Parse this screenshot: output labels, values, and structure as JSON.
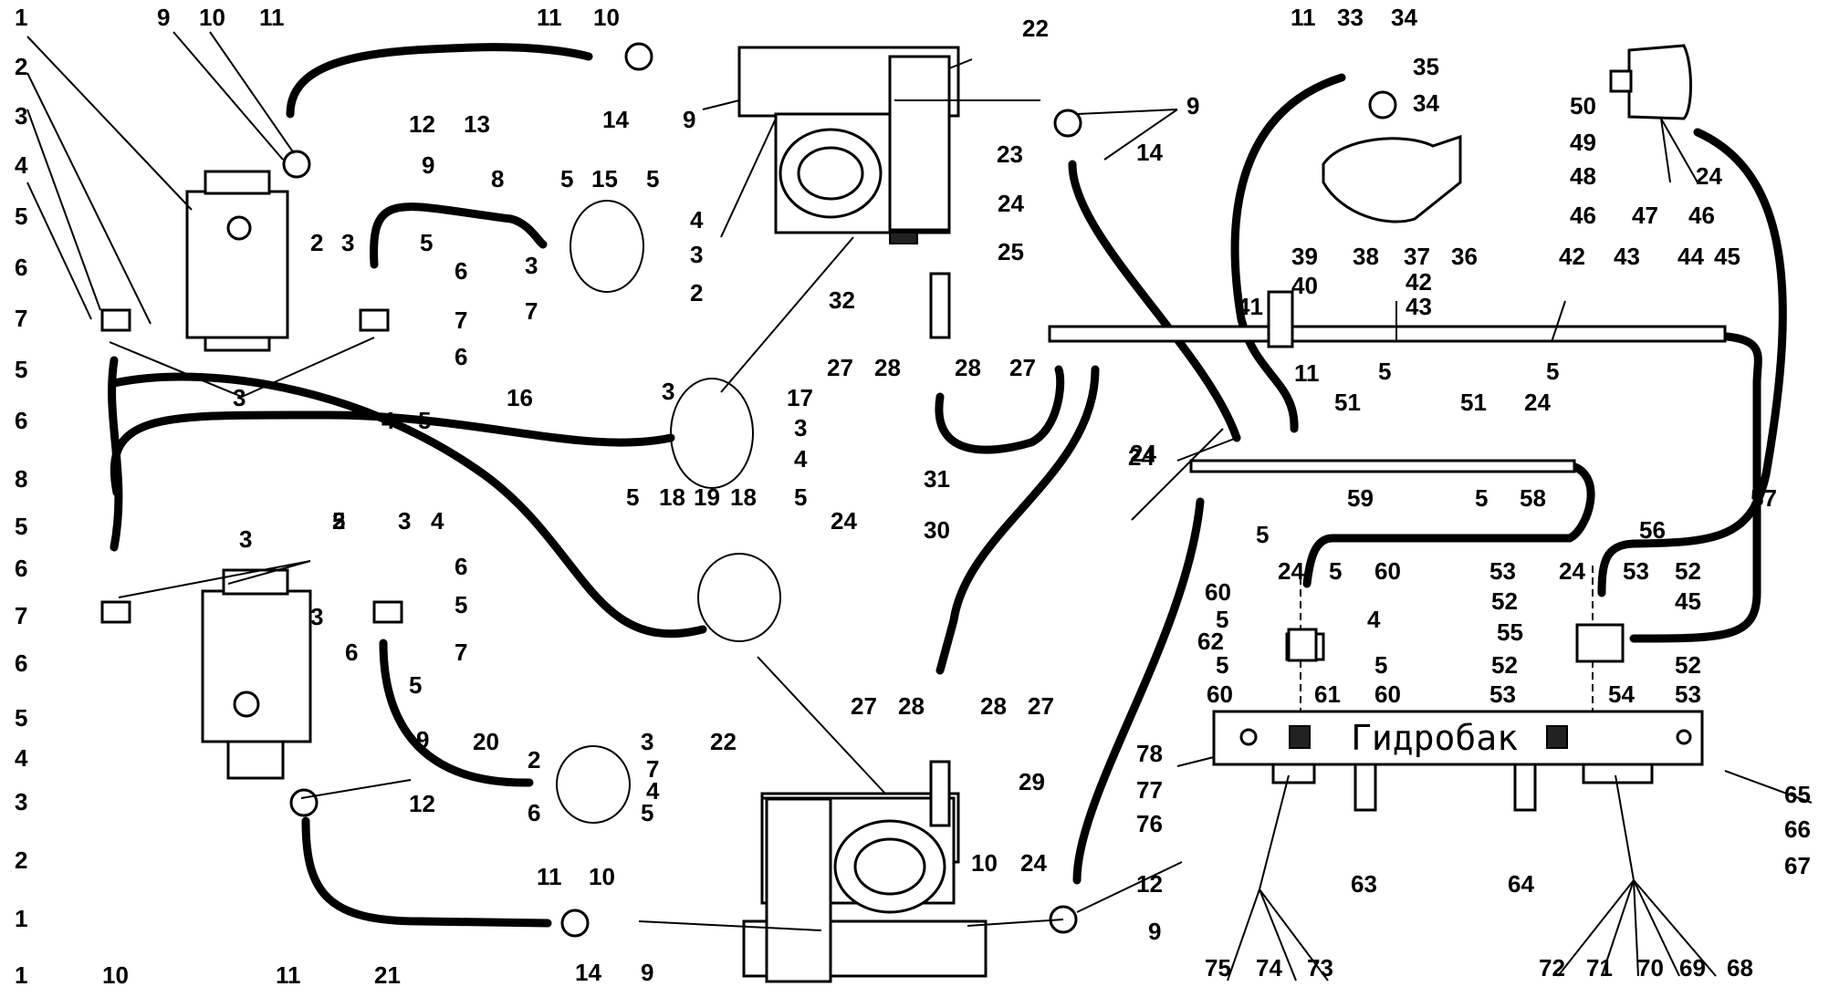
{
  "tank_label": "Гидробак",
  "callouts": [
    {
      "id": "c1",
      "t": "1"
    },
    {
      "id": "c2",
      "t": "2"
    },
    {
      "id": "c3",
      "t": "3"
    },
    {
      "id": "c4",
      "t": "4"
    },
    {
      "id": "c5",
      "t": "5"
    },
    {
      "id": "c6",
      "t": "6"
    },
    {
      "id": "c7",
      "t": "7"
    },
    {
      "id": "c8",
      "t": "5"
    },
    {
      "id": "c9",
      "t": "6"
    },
    {
      "id": "c10",
      "t": "8"
    },
    {
      "id": "c11",
      "t": "5"
    },
    {
      "id": "c12",
      "t": "6"
    },
    {
      "id": "c13",
      "t": "7"
    },
    {
      "id": "c14",
      "t": "6"
    },
    {
      "id": "c15",
      "t": "5"
    },
    {
      "id": "c16",
      "t": "4"
    },
    {
      "id": "c17",
      "t": "3"
    },
    {
      "id": "c18",
      "t": "2"
    },
    {
      "id": "c19",
      "t": "1"
    },
    {
      "id": "c20",
      "t": "9"
    },
    {
      "id": "c21",
      "t": "10"
    },
    {
      "id": "c22",
      "t": "11"
    },
    {
      "id": "c23",
      "t": "12"
    },
    {
      "id": "c24",
      "t": "13"
    },
    {
      "id": "c25",
      "t": "9"
    },
    {
      "id": "c26",
      "t": "11"
    },
    {
      "id": "c27",
      "t": "10"
    },
    {
      "id": "c28",
      "t": "14"
    },
    {
      "id": "c29",
      "t": "9"
    },
    {
      "id": "c30",
      "t": "22"
    },
    {
      "id": "c31",
      "t": "23"
    },
    {
      "id": "c32",
      "t": "9"
    },
    {
      "id": "c33",
      "t": "14"
    },
    {
      "id": "c34",
      "t": "24"
    },
    {
      "id": "c35",
      "t": "25"
    },
    {
      "id": "c36",
      "t": "8"
    },
    {
      "id": "c37",
      "t": "5"
    },
    {
      "id": "c38",
      "t": "15"
    },
    {
      "id": "c39",
      "t": "5"
    },
    {
      "id": "c40",
      "t": "4"
    },
    {
      "id": "c41",
      "t": "3"
    },
    {
      "id": "c42",
      "t": "3"
    },
    {
      "id": "c43",
      "t": "7"
    },
    {
      "id": "c44",
      "t": "2"
    },
    {
      "id": "c45",
      "t": "2"
    },
    {
      "id": "c46",
      "t": "3"
    },
    {
      "id": "c47",
      "t": "5"
    },
    {
      "id": "c48",
      "t": "6"
    },
    {
      "id": "c49",
      "t": "7"
    },
    {
      "id": "c50",
      "t": "6"
    },
    {
      "id": "c51",
      "t": "4"
    },
    {
      "id": "c52",
      "t": "5"
    },
    {
      "id": "c53",
      "t": "3"
    },
    {
      "id": "c54",
      "t": "16"
    },
    {
      "id": "c55",
      "t": "3"
    },
    {
      "id": "c56",
      "t": "17"
    },
    {
      "id": "c57",
      "t": "3"
    },
    {
      "id": "c58",
      "t": "4"
    },
    {
      "id": "c59",
      "t": "5"
    },
    {
      "id": "c60",
      "t": "5"
    },
    {
      "id": "c61",
      "t": "18"
    },
    {
      "id": "c62",
      "t": "19"
    },
    {
      "id": "c63",
      "t": "18"
    },
    {
      "id": "c64",
      "t": "32"
    },
    {
      "id": "c65",
      "t": "27"
    },
    {
      "id": "c66",
      "t": "28"
    },
    {
      "id": "c67",
      "t": "28"
    },
    {
      "id": "c68",
      "t": "27"
    },
    {
      "id": "c69",
      "t": "31"
    },
    {
      "id": "c70",
      "t": "24"
    },
    {
      "id": "c71",
      "t": "30"
    },
    {
      "id": "c72",
      "t": "24"
    },
    {
      "id": "c73",
      "t": "3"
    },
    {
      "id": "c74",
      "t": "5"
    },
    {
      "id": "c75",
      "t": "6"
    },
    {
      "id": "c76",
      "t": "5"
    },
    {
      "id": "c77",
      "t": "7"
    },
    {
      "id": "c78",
      "t": "4"
    },
    {
      "id": "c79",
      "t": "3"
    },
    {
      "id": "c80",
      "t": "2"
    },
    {
      "id": "c81",
      "t": "2"
    },
    {
      "id": "c82",
      "t": "3"
    },
    {
      "id": "c83",
      "t": "4"
    },
    {
      "id": "c84",
      "t": "5"
    },
    {
      "id": "c85",
      "t": "6"
    },
    {
      "id": "c86",
      "t": "7"
    },
    {
      "id": "c87",
      "t": "3"
    },
    {
      "id": "c88",
      "t": "6"
    },
    {
      "id": "c89",
      "t": "5"
    },
    {
      "id": "c90",
      "t": "20"
    },
    {
      "id": "c91",
      "t": "2"
    },
    {
      "id": "c92",
      "t": "3"
    },
    {
      "id": "c93",
      "t": "7"
    },
    {
      "id": "c94",
      "t": "4"
    },
    {
      "id": "c95",
      "t": "6"
    },
    {
      "id": "c96",
      "t": "5"
    },
    {
      "id": "c97",
      "t": "22"
    },
    {
      "id": "c98",
      "t": "27"
    },
    {
      "id": "c99",
      "t": "28"
    },
    {
      "id": "c100",
      "t": "28"
    },
    {
      "id": "c101",
      "t": "27"
    },
    {
      "id": "c102",
      "t": "29"
    },
    {
      "id": "c103",
      "t": "9"
    },
    {
      "id": "c104",
      "t": "12"
    },
    {
      "id": "c105",
      "t": "11"
    },
    {
      "id": "c106",
      "t": "10"
    },
    {
      "id": "c107",
      "t": "21"
    },
    {
      "id": "c108",
      "t": "11"
    },
    {
      "id": "c109",
      "t": "10"
    },
    {
      "id": "c110",
      "t": "14"
    },
    {
      "id": "c111",
      "t": "9"
    },
    {
      "id": "c112",
      "t": "10"
    },
    {
      "id": "c113",
      "t": "24"
    },
    {
      "id": "c114",
      "t": "12"
    },
    {
      "id": "c115",
      "t": "9"
    },
    {
      "id": "c116",
      "t": "6"
    },
    {
      "id": "c117",
      "t": "7"
    },
    {
      "id": "c118",
      "t": "6"
    },
    {
      "id": "c119",
      "t": "5"
    },
    {
      "id": "c120",
      "t": "4"
    },
    {
      "id": "c121",
      "t": "3"
    },
    {
      "id": "c122",
      "t": "2"
    },
    {
      "id": "c123",
      "t": "1"
    },
    {
      "id": "c124",
      "t": "11"
    },
    {
      "id": "c125",
      "t": "33"
    },
    {
      "id": "c126",
      "t": "34"
    },
    {
      "id": "c127",
      "t": "35"
    },
    {
      "id": "c128",
      "t": "34"
    },
    {
      "id": "c129",
      "t": "36"
    },
    {
      "id": "c130",
      "t": "37"
    },
    {
      "id": "c131",
      "t": "38"
    },
    {
      "id": "c132",
      "t": "39"
    },
    {
      "id": "c133",
      "t": "40"
    },
    {
      "id": "c134",
      "t": "41"
    },
    {
      "id": "c135",
      "t": "42"
    },
    {
      "id": "c136",
      "t": "43"
    },
    {
      "id": "c137",
      "t": "42"
    },
    {
      "id": "c138",
      "t": "43"
    },
    {
      "id": "c139",
      "t": "44"
    },
    {
      "id": "c140",
      "t": "45"
    },
    {
      "id": "c141",
      "t": "5"
    },
    {
      "id": "c142",
      "t": "5"
    },
    {
      "id": "c143",
      "t": "50"
    },
    {
      "id": "c144",
      "t": "49"
    },
    {
      "id": "c145",
      "t": "48"
    },
    {
      "id": "c146",
      "t": "24"
    },
    {
      "id": "c147",
      "t": "46"
    },
    {
      "id": "c148",
      "t": "47"
    },
    {
      "id": "c149",
      "t": "46"
    },
    {
      "id": "c150",
      "t": "11"
    },
    {
      "id": "c151",
      "t": "51"
    },
    {
      "id": "c152",
      "t": "51"
    },
    {
      "id": "c153",
      "t": "24"
    },
    {
      "id": "c154",
      "t": "24"
    },
    {
      "id": "c155",
      "t": "59"
    },
    {
      "id": "c156",
      "t": "5"
    },
    {
      "id": "c157",
      "t": "5"
    },
    {
      "id": "c158",
      "t": "58"
    },
    {
      "id": "c159",
      "t": "56"
    },
    {
      "id": "c160",
      "t": "57"
    },
    {
      "id": "c161",
      "t": "24"
    },
    {
      "id": "c162",
      "t": "60"
    },
    {
      "id": "c163",
      "t": "5"
    },
    {
      "id": "c164",
      "t": "60"
    },
    {
      "id": "c165",
      "t": "5"
    },
    {
      "id": "c166",
      "t": "4"
    },
    {
      "id": "c167",
      "t": "62"
    },
    {
      "id": "c168",
      "t": "5"
    },
    {
      "id": "c169",
      "t": "5"
    },
    {
      "id": "c170",
      "t": "60"
    },
    {
      "id": "c171",
      "t": "61"
    },
    {
      "id": "c172",
      "t": "60"
    },
    {
      "id": "c173",
      "t": "53"
    },
    {
      "id": "c174",
      "t": "24"
    },
    {
      "id": "c175",
      "t": "53"
    },
    {
      "id": "c176",
      "t": "52"
    },
    {
      "id": "c177",
      "t": "52"
    },
    {
      "id": "c178",
      "t": "45"
    },
    {
      "id": "c179",
      "t": "55"
    },
    {
      "id": "c180",
      "t": "52"
    },
    {
      "id": "c181",
      "t": "52"
    },
    {
      "id": "c182",
      "t": "53"
    },
    {
      "id": "c183",
      "t": "54"
    },
    {
      "id": "c184",
      "t": "53"
    },
    {
      "id": "c185",
      "t": "78"
    },
    {
      "id": "c186",
      "t": "77"
    },
    {
      "id": "c187",
      "t": "76"
    },
    {
      "id": "c188",
      "t": "63"
    },
    {
      "id": "c189",
      "t": "64"
    },
    {
      "id": "c190",
      "t": "65"
    },
    {
      "id": "c191",
      "t": "66"
    },
    {
      "id": "c192",
      "t": "67"
    },
    {
      "id": "c193",
      "t": "75"
    },
    {
      "id": "c194",
      "t": "74"
    },
    {
      "id": "c195",
      "t": "73"
    },
    {
      "id": "c196",
      "t": "72"
    },
    {
      "id": "c197",
      "t": "71"
    },
    {
      "id": "c198",
      "t": "70"
    },
    {
      "id": "c199",
      "t": "69"
    },
    {
      "id": "c200",
      "t": "68"
    },
    {
      "id": "c201",
      "t": "24"
    }
  ]
}
